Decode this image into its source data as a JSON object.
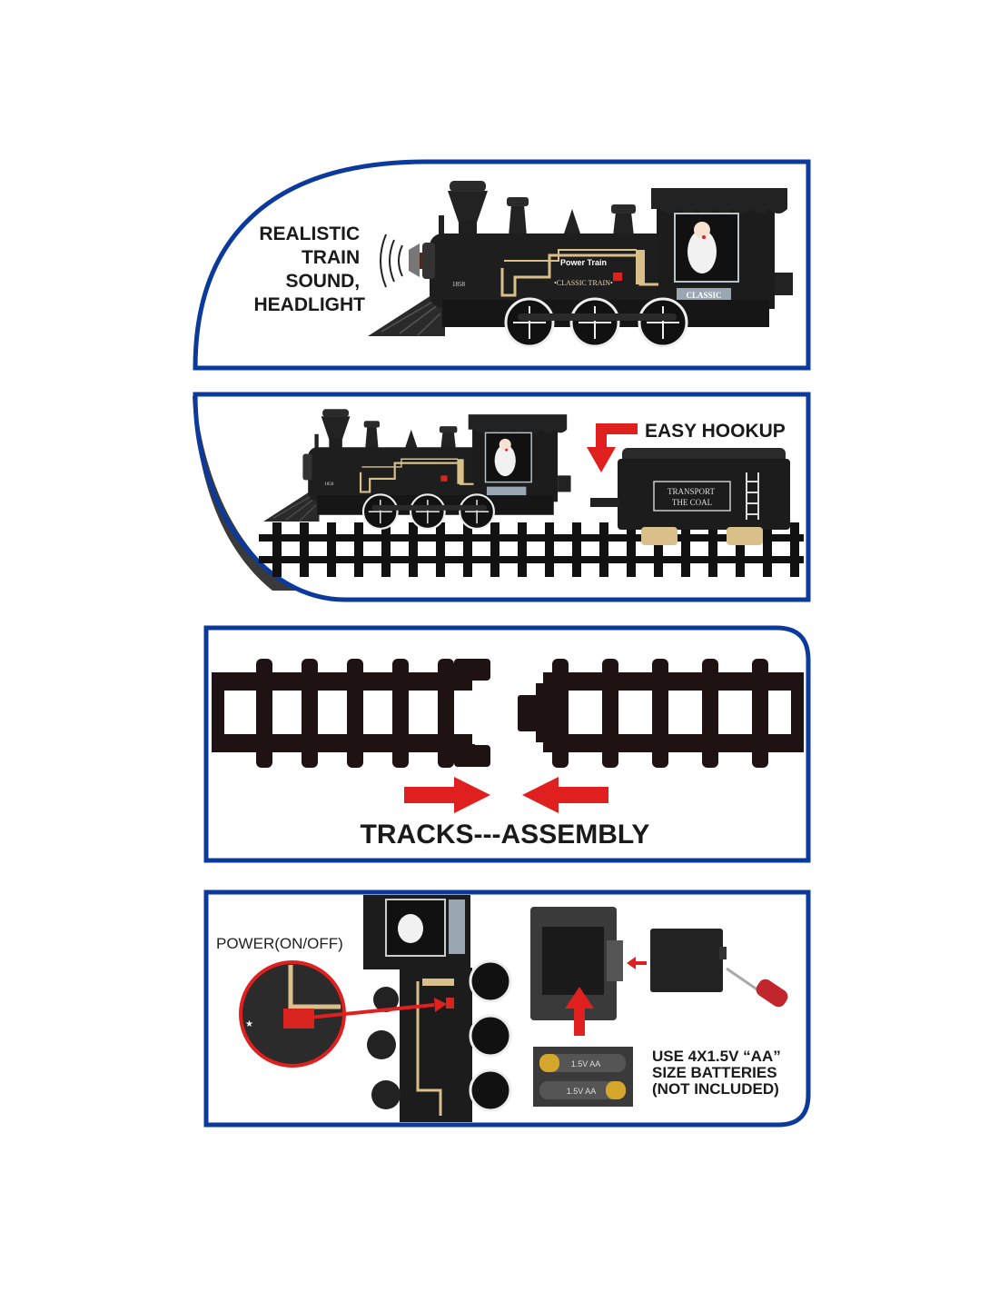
{
  "colors": {
    "border": "#0b3a9c",
    "arrow": "#e0201f",
    "body": "#1c1c1c",
    "gold": "#d9c08a"
  },
  "panel1": {
    "feature_lines": [
      "REALISTIC",
      "TRAIN",
      "SOUND,",
      "HEADLIGHT"
    ],
    "icon": "speaker-sound-icon"
  },
  "panel2": {
    "feature": "EASY HOOKUP",
    "tender_lines": [
      "TRANSPORT",
      "THE COAL"
    ]
  },
  "panel3": {
    "caption": "TRACKS---ASSEMBLY"
  },
  "panel4": {
    "power_label": "POWER(ON/OFF)",
    "battery_lines": [
      "USE 4X1.5V “AA”",
      "SIZE BATTERIES",
      "(NOT INCLUDED)"
    ],
    "battery_print": "1.5V AA"
  },
  "locomotive": {
    "name": "Power Train",
    "sub": "•CLASSIC TRAIN•",
    "number": "1858",
    "plate": "CLASSIC"
  }
}
